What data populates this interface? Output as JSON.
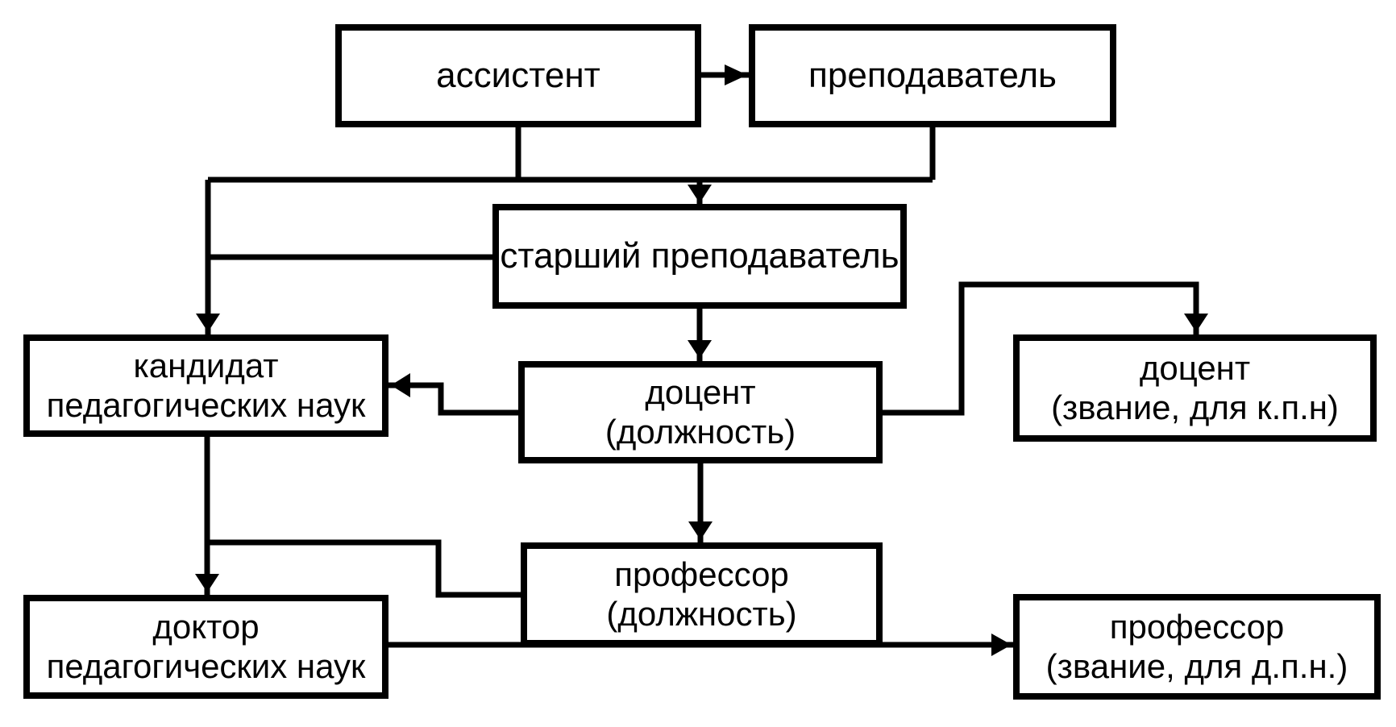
{
  "diagram": {
    "background_color": "#ffffff",
    "line_color": "#000000",
    "box_fill": "#ffffff",
    "nodes": [
      {
        "id": "assistant",
        "lines": [
          "ассистент"
        ]
      },
      {
        "id": "lecturer",
        "lines": [
          "преподаватель"
        ]
      },
      {
        "id": "senior-lecturer",
        "lines": [
          "старший преподаватель"
        ]
      },
      {
        "id": "candidate-of-pedagogical-sciences",
        "lines": [
          "кандидат",
          "педагогических наук"
        ]
      },
      {
        "id": "docent-position",
        "lines": [
          "доцент",
          "(должность)"
        ]
      },
      {
        "id": "docent-title",
        "lines": [
          "доцент",
          "(звание, для к.п.н)"
        ]
      },
      {
        "id": "professor-position",
        "lines": [
          "профессор",
          "(должность)"
        ]
      },
      {
        "id": "doctor-of-pedagogical-sciences",
        "lines": [
          "доктор",
          "педагогических наук"
        ]
      },
      {
        "id": "professor-title",
        "lines": [
          "профессор",
          "(звание, для д.п.н.)"
        ]
      }
    ],
    "edges": [
      {
        "from": "ассистент",
        "to": "преподаватель"
      },
      {
        "from": "ассистент / преподаватель",
        "to": "старший преподаватель"
      },
      {
        "from": "ассистент / преподаватель / старший преподаватель",
        "to": "кандидат педагогических наук"
      },
      {
        "from": "старший преподаватель",
        "to": "доцент (должность)"
      },
      {
        "from": "доцент (должность)",
        "to": "кандидат педагогических наук"
      },
      {
        "from": "доцент (должность)",
        "to": "доцент (звание, для к.п.н)"
      },
      {
        "from": "доцент (должность)",
        "to": "профессор (должность)"
      },
      {
        "from": "кандидат педагогических наук",
        "to": "доктор педагогических наук"
      },
      {
        "from": "кандидат педагогических наук",
        "to": "профессор (должность)"
      },
      {
        "from": "доктор педагогических наук",
        "to": "профессор (звание, для д.п.н.)"
      }
    ]
  }
}
